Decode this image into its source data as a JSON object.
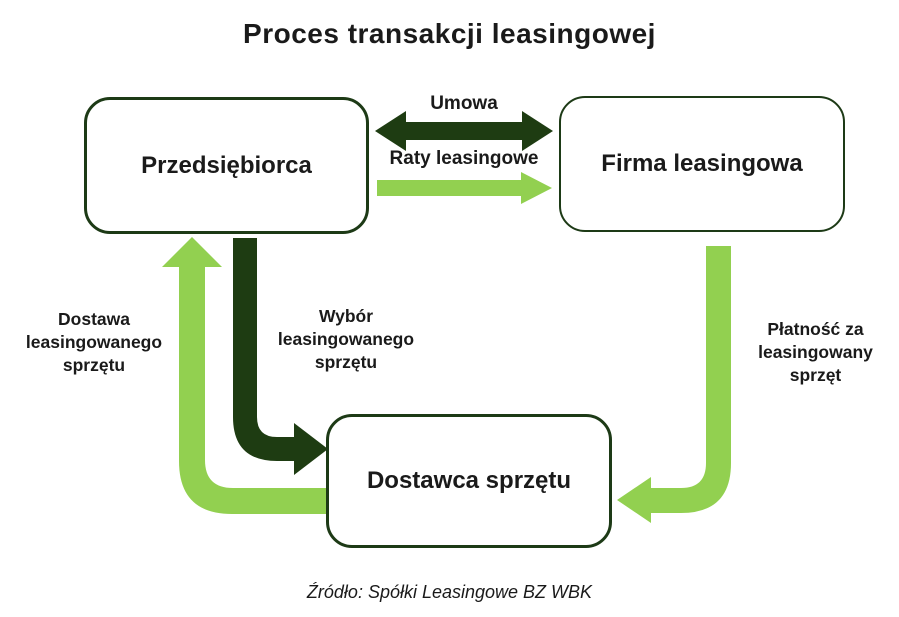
{
  "title": "Proces transakcji leasingowej",
  "nodes": {
    "entrepreneur": {
      "label": "Przedsiębiorca"
    },
    "leasing_company": {
      "label": "Firma leasingowa"
    },
    "equipment_supplier": {
      "label": "Dostawca sprzętu"
    }
  },
  "edges": {
    "umowa": {
      "label": "Umowa",
      "from": "Przedsiębiorca",
      "to": "Firma leasingowa",
      "direction": "bidirectional",
      "color": "dark_green"
    },
    "raty_leasingowe": {
      "label": "Raty leasingowe",
      "from": "Przedsiębiorca",
      "to": "Firma leasingowa",
      "direction": "one-way",
      "color": "light_green"
    },
    "dostawa": {
      "label": "Dostawa leasingowanego sprzętu",
      "from": "Dostawca sprzętu",
      "to": "Przedsiębiorca",
      "direction": "one-way",
      "color": "light_green"
    },
    "wybor": {
      "label": "Wybór leasingowanego sprzętu",
      "from": "Przedsiębiorca",
      "to": "Dostawca sprzętu",
      "direction": "one-way",
      "color": "dark_green"
    },
    "platnosc": {
      "label": "Płatność za leasingowany sprzęt",
      "from": "Firma leasingowa",
      "to": "Dostawca sprzętu",
      "direction": "one-way",
      "color": "light_green"
    }
  },
  "source_note": "Źródło: Spółki Leasingowe BZ WBK",
  "colors": {
    "dark_green": "#1e3c12",
    "light_green": "#92d050",
    "box_border": "#1d3a16",
    "text": "#1a1a1a",
    "background": "#ffffff"
  }
}
